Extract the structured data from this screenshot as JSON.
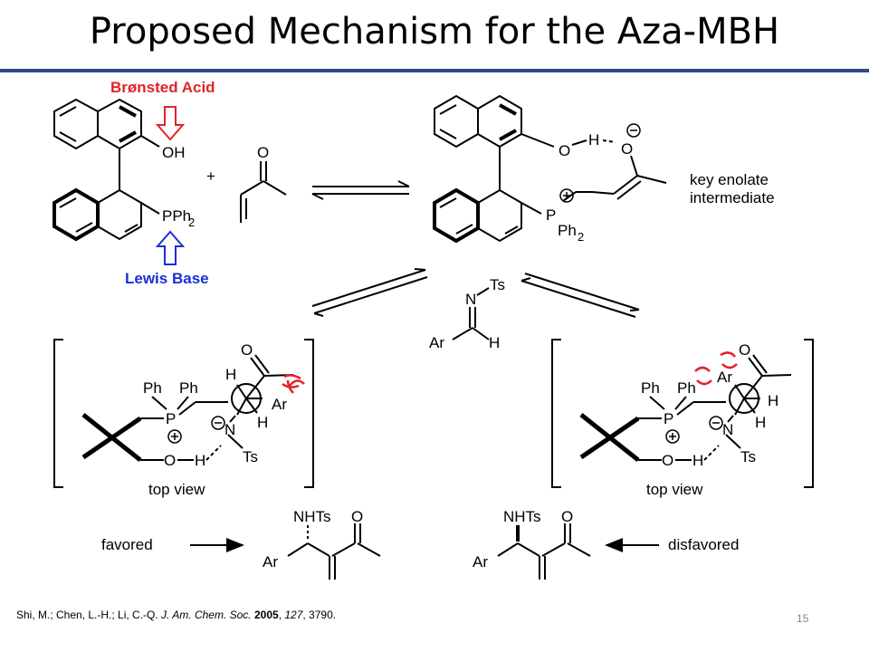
{
  "slide": {
    "title": "Proposed Mechanism for the Aza-MBH",
    "page_number": "15"
  },
  "reactants": {
    "bronsted_label": "Brønsted Acid",
    "lewis_label": "Lewis Base",
    "oh_label": "OH",
    "pph2_label": "PPh",
    "pph2_sub": "2",
    "plus": "+",
    "ketone_o": "O"
  },
  "intermediate": {
    "o_label": "O",
    "h_label": "H",
    "o_minus_label": "O",
    "p_label": "P",
    "ph2_label": "Ph",
    "ph2_sub": "2",
    "caption_line1": "key enolate",
    "caption_line2": "intermediate"
  },
  "imine": {
    "n_label": "N",
    "ts_label": "Ts",
    "ar_label": "Ar",
    "h_label": "H"
  },
  "left_ts": {
    "o_label": "O",
    "h_top": "H",
    "ar_label": "Ar",
    "h_right": "H",
    "ph1": "Ph",
    "ph2": "Ph",
    "p_label": "P",
    "n_label": "N",
    "ts_label": "Ts",
    "o_bottom": "O",
    "h_bottom": "H",
    "caption": "top view"
  },
  "right_ts": {
    "o_label": "O",
    "ar_label": "Ar",
    "h_right": "H",
    "h_low": "H",
    "ph1": "Ph",
    "ph2": "Ph",
    "p_label": "P",
    "n_label": "N",
    "ts_label": "Ts",
    "o_bottom": "O",
    "h_bottom": "H",
    "caption": "top view"
  },
  "products": {
    "favored_label": "favored",
    "disfavored_label": "disfavored",
    "nhts_left": "NHTs",
    "o_left": "O",
    "ar_left": "Ar",
    "nhts_right": "NHTs",
    "o_right": "O",
    "ar_right": "Ar"
  },
  "citation": {
    "authors": "Shi, M.; Chen, L.-H.; Li, C.-Q. ",
    "journal": "J. Am. Chem. Soc.",
    "year": "2005",
    "volume": "127",
    "pages": ", 3790."
  },
  "colors": {
    "rule": "#2f4a8a",
    "bronsted": "#e0242a",
    "lewis": "#1a2fd6",
    "clash": "#e0242a"
  }
}
